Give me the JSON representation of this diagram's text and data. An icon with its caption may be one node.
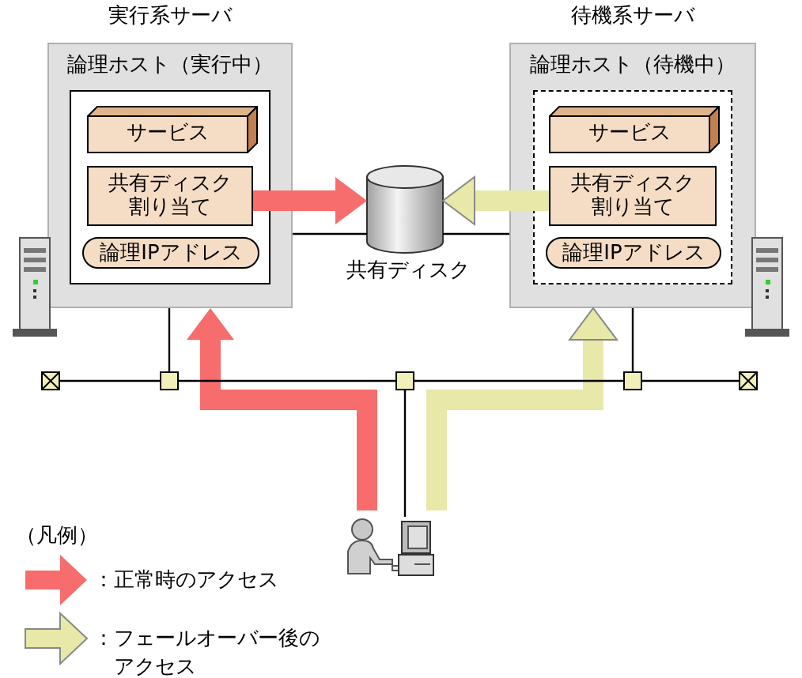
{
  "diagram": {
    "nodes": [
      {
        "text": [
          "実行系サーバ",
          "論理ホスト（実行中）"
        ]
      },
      {
        "text": [],
        "shape": "box",
        "in": 0
      },
      {
        "text": [
          "サービス"
        ],
        "in": 1
      },
      {
        "text": [
          "共有ディスク割り当て"
        ],
        "in": 1
      },
      {
        "text": [
          "論理IPアドレス"
        ],
        "in": 1
      },
      {
        "text": [
          "待機系サーバ",
          "論理ホスト（待機中）"
        ]
      },
      {
        "text": [],
        "shape": "box",
        "in": 5
      },
      {
        "text": [
          "サービス"
        ],
        "in": 6
      },
      {
        "text": [
          "共有ディスク割り当て"
        ],
        "in": 6
      },
      {
        "text": [
          "論理IPアドレス"
        ],
        "in": 6
      },
      {
        "text": [
          "共有ディスク"
        ]
      },
      {
        "text": [],
        "shape": "person"
      },
      {
        "text": [],
        "shape": "box"
      },
      {
        "text": [],
        "shape": "box"
      },
      {
        "text": [],
        "shape": "box"
      },
      {
        "text": [],
        "shape": "box"
      },
      {
        "text": [],
        "shape": "box"
      }
    ],
    "edges": [
      {
        "from": 3,
        "to": 10,
        "arrow": "to",
        "style": "thick",
        "color": "#f76d6d"
      },
      {
        "from": 8,
        "to": 10,
        "arrow": "to",
        "style": "thick",
        "color": "#e8e8a8"
      },
      {
        "from": 11,
        "to": 0,
        "arrow": "to",
        "style": "thick",
        "color": "#f76d6d"
      },
      {
        "from": 11,
        "to": 5,
        "arrow": "to",
        "style": "thick",
        "color": "#e8e8a8"
      },
      {
        "from": 0,
        "to": 10,
        "arrow": "none"
      },
      {
        "from": 10,
        "to": 5,
        "arrow": "none"
      },
      {
        "from": 12,
        "to": 13,
        "arrow": "none"
      },
      {
        "from": 13,
        "to": 14,
        "arrow": "none"
      },
      {
        "from": 14,
        "to": 15,
        "arrow": "none"
      },
      {
        "from": 15,
        "to": 16,
        "arrow": "none"
      },
      {
        "from": 13,
        "to": 0,
        "arrow": "none"
      },
      {
        "from": 15,
        "to": 5,
        "arrow": "none"
      },
      {
        "from": 14,
        "to": 11,
        "arrow": "none"
      }
    ],
    "labels": [
      "（凡例）"
    ],
    "legend": [
      {
        "text": "：正常時のアクセス",
        "color": "#f76d6d"
      },
      {
        "text": "：フェールオーバー後のアクセス",
        "color": "#e8e8a8"
      }
    ]
  }
}
